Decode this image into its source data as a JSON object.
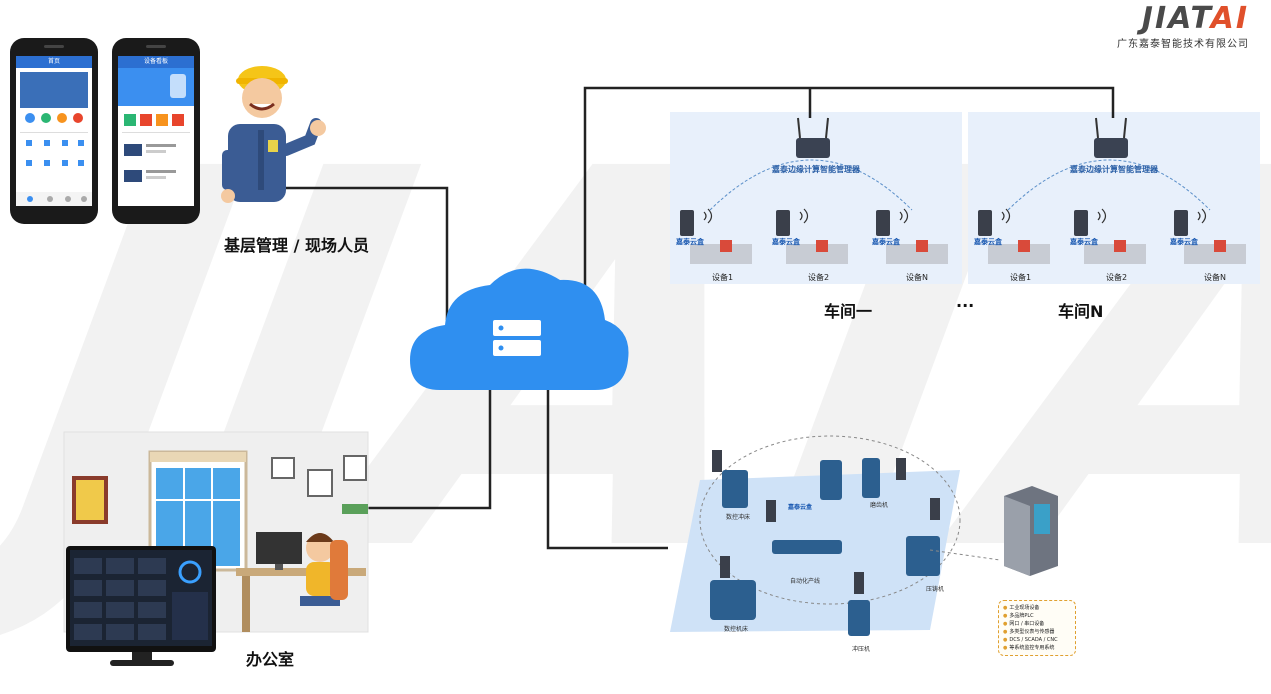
{
  "brand": {
    "logo_main": "JIAT",
    "logo_accent": "AI",
    "company": "广东嘉泰智能技术有限公司"
  },
  "labels": {
    "field_staff": "基层管理 / 现场人员",
    "office": "办公室",
    "workshop1": "车间一",
    "ellipsis": "···",
    "workshopN": "车间N"
  },
  "gateway_title": "嘉泰边缘计算智能管理器",
  "cloud_box": "嘉泰云盒",
  "devices": [
    "设备1",
    "设备2",
    "设备N"
  ],
  "phones": [
    {
      "title": "首页"
    },
    {
      "title": "设备看板"
    }
  ],
  "factory": {
    "nodes": [
      "数控冲床",
      "磨齿机",
      "自动化产线",
      "压铸机",
      "冲压机",
      "数控机床"
    ],
    "cloud_box": "嘉泰云盒",
    "legend": [
      "工业现场设备",
      "多品牌PLC",
      "网口 / 串口设备",
      "多类型仪表与传感器",
      "DCS / SCADA / CNC",
      "等系统监控专用系统"
    ]
  },
  "colors": {
    "cloud": "#2f8ff0",
    "line": "#222222",
    "panel": "#e8f0fb",
    "accent": "#e0502b"
  }
}
